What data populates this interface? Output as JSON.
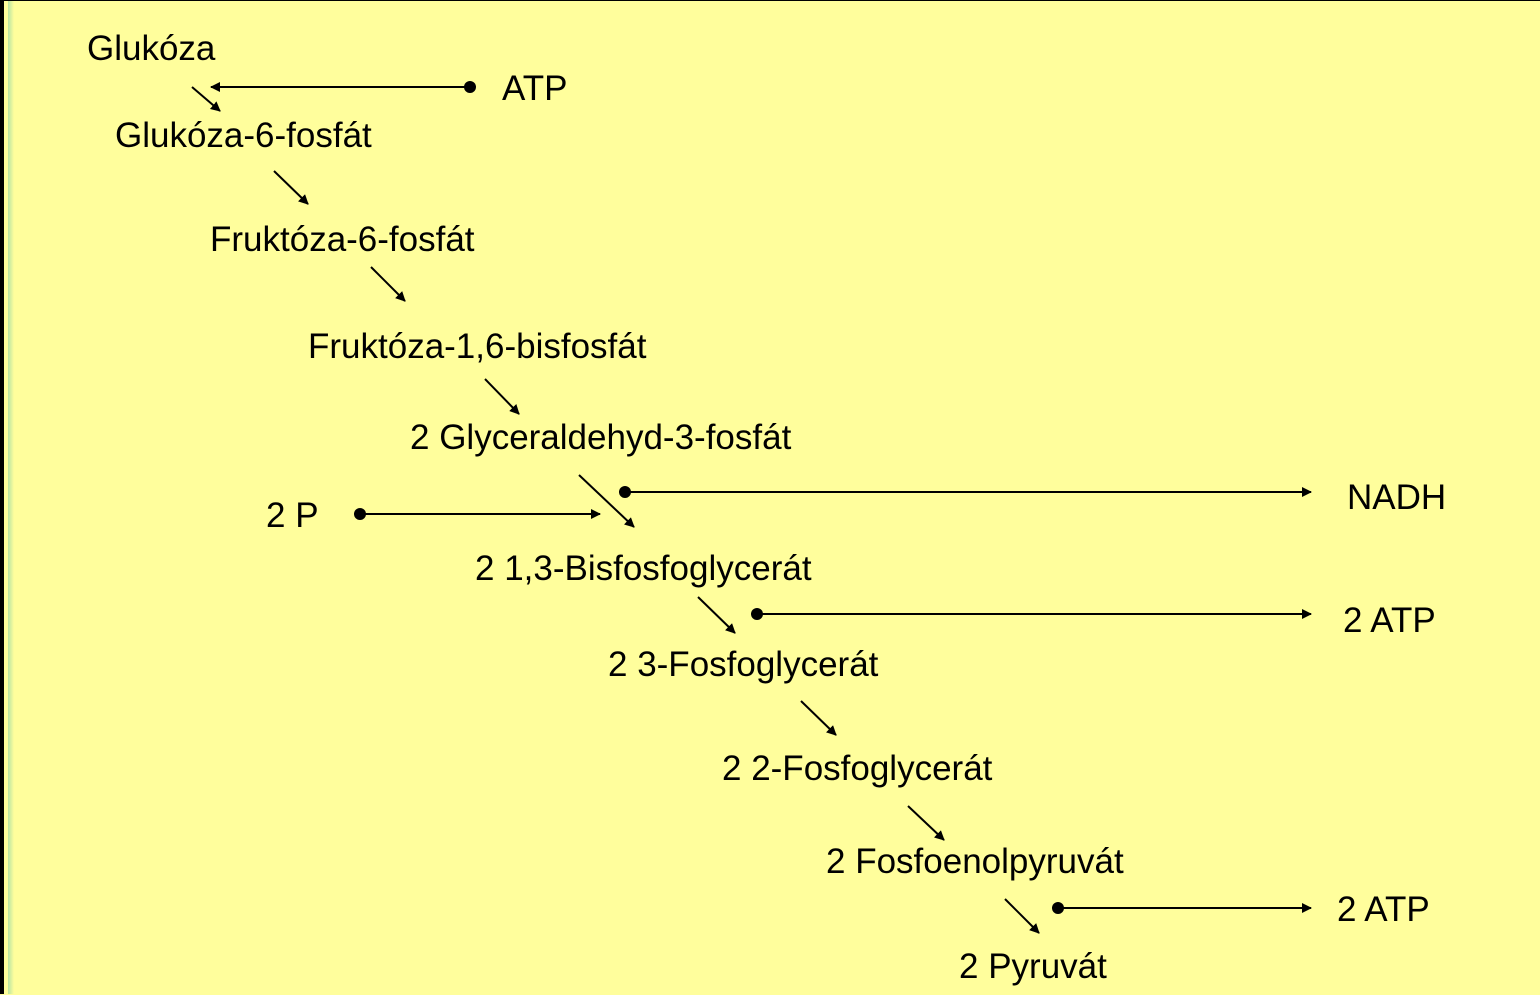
{
  "metabolites": [
    "Glukóza",
    "Glukóza-6-fosfát",
    "Fruktóza-6-fosfát",
    "Fruktóza-1,6-bisfosfát",
    "2 Glyceraldehyd-3-fosfát",
    "2 1,3-Bisfosfoglycerát",
    "2 3-Fosfoglycerát",
    "2 2-Fosfoglycerát",
    "2 Fosfoenolpyruvát",
    "2 Pyruvát"
  ],
  "side_labels": {
    "atp_in": "ATP",
    "phosphate_in": "2 P",
    "nadh_out": "NADH",
    "atp_out_1": "2 ATP",
    "atp_out_2": "2 ATP"
  }
}
